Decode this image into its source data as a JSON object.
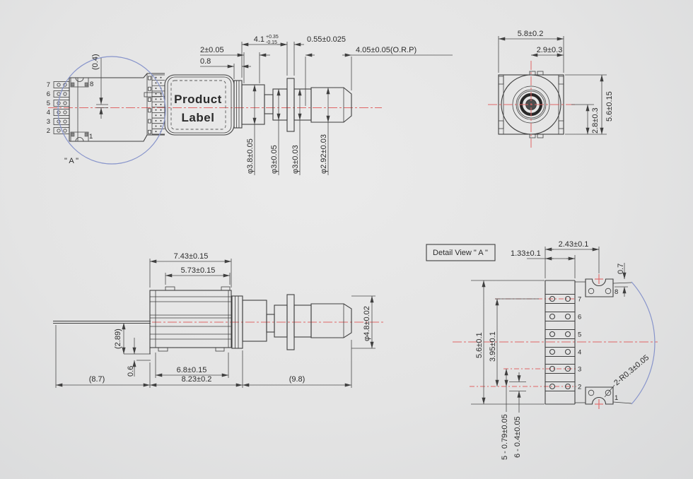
{
  "side_view": {
    "label_a": "\" A \"",
    "product_label_line1": "Product",
    "product_label_line2": "Label",
    "pins": [
      "7",
      "6",
      "5",
      "4",
      "3",
      "2"
    ],
    "pin_top": "8",
    "pin_bottom": "1",
    "dims": {
      "d04": "(0.4)",
      "d2": "2±0.05",
      "d08": "0.8",
      "d41": "4.1",
      "d41_plus": "+0.35",
      "d41_minus": "-0.15",
      "d055": "0.55±0.025",
      "d405": "4.05±0.05(O.R.P)",
      "phi38": "φ3.8±0.05",
      "phi3a": "φ3±0.05",
      "phi3b": "φ3±0.03",
      "phi292": "φ2.92±0.03"
    }
  },
  "front_view": {
    "dims": {
      "d58": "5.8±0.2",
      "d29": "2.9±0.3",
      "d56": "5.6±0.15",
      "d28": "2.8±0.3"
    }
  },
  "bottom_view": {
    "dims": {
      "d743": "7.43±0.15",
      "d573": "5.73±0.15",
      "d289": "(2.89)",
      "d06": "0.6",
      "d68": "6.8±0.15",
      "d823": "8.23±0.2",
      "d87": "(8.7)",
      "d98": "(9.8)",
      "phi48": "φ4.8±0.02"
    }
  },
  "detail_view": {
    "title": "Detail View \" A \"",
    "pins": [
      "7",
      "6",
      "5",
      "4",
      "3",
      "2"
    ],
    "pin_top": "8",
    "pin_bottom": "1",
    "dims": {
      "d243": "2.43±0.1",
      "d133": "1.33±0.1",
      "d07": "0.7",
      "d56": "5.6±0.1",
      "d395": "3.95±0.1",
      "radius": "2-R0.3±0.05",
      "pitch": "5 - 0.79±0.05",
      "thickness": "6 - 0.4±0.05"
    }
  },
  "colors": {
    "centerline_red": "#e06565",
    "detail_circle_blue": "#8794cb",
    "line_dark": "#3f3f3f",
    "background": "#e4e4e4"
  }
}
